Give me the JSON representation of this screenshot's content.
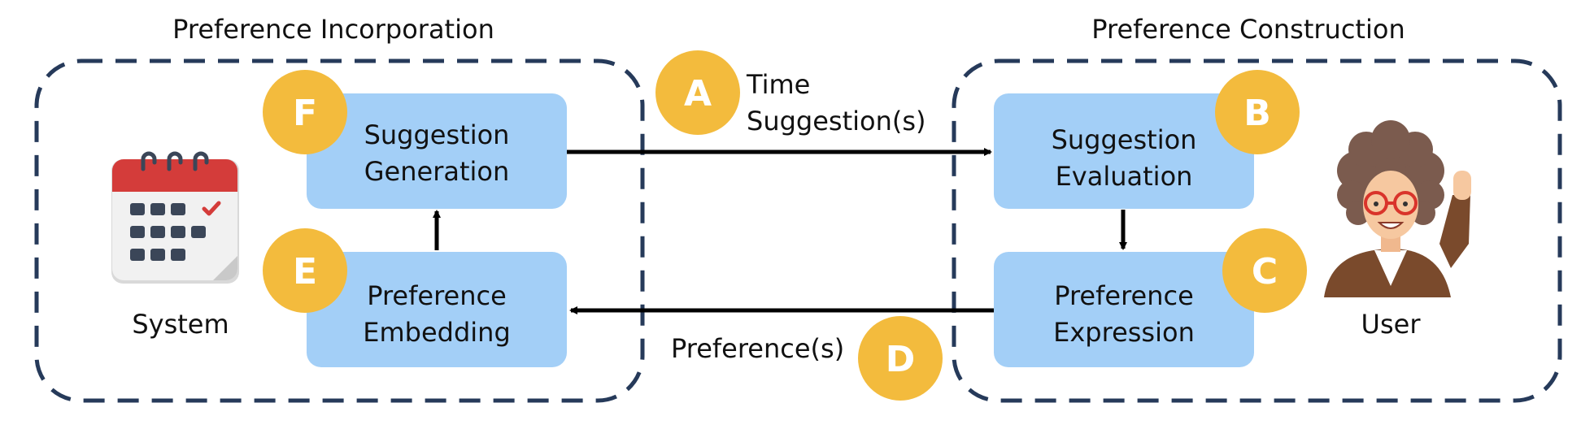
{
  "sections": {
    "left_title": "Preference Incorporation",
    "right_title": "Preference Construction"
  },
  "actors": {
    "system_label": "System",
    "user_label": "User",
    "system_icon": "calendar-icon",
    "user_icon": "user-avatar-icon"
  },
  "boxes": {
    "suggestion_generation": [
      "Suggestion",
      "Generation"
    ],
    "preference_embedding": [
      "Preference",
      "Embedding"
    ],
    "suggestion_evaluation": [
      "Suggestion",
      "Evaluation"
    ],
    "preference_expression": [
      "Preference",
      "Expression"
    ]
  },
  "badges": {
    "a": "A",
    "b": "B",
    "c": "C",
    "d": "D",
    "e": "E",
    "f": "F"
  },
  "edges": {
    "time_suggestions": [
      "Time",
      "Suggestion(s)"
    ],
    "preferences": "Preference(s)"
  },
  "colors": {
    "box_fill": "#a3cff7",
    "badge_fill": "#f3bb3d",
    "dash_stroke": "#263a5a",
    "arrow": "#000000",
    "calendar_red": "#d43c3a",
    "calendar_body": "#f1f1f1",
    "calendar_cell": "#3b4658"
  }
}
